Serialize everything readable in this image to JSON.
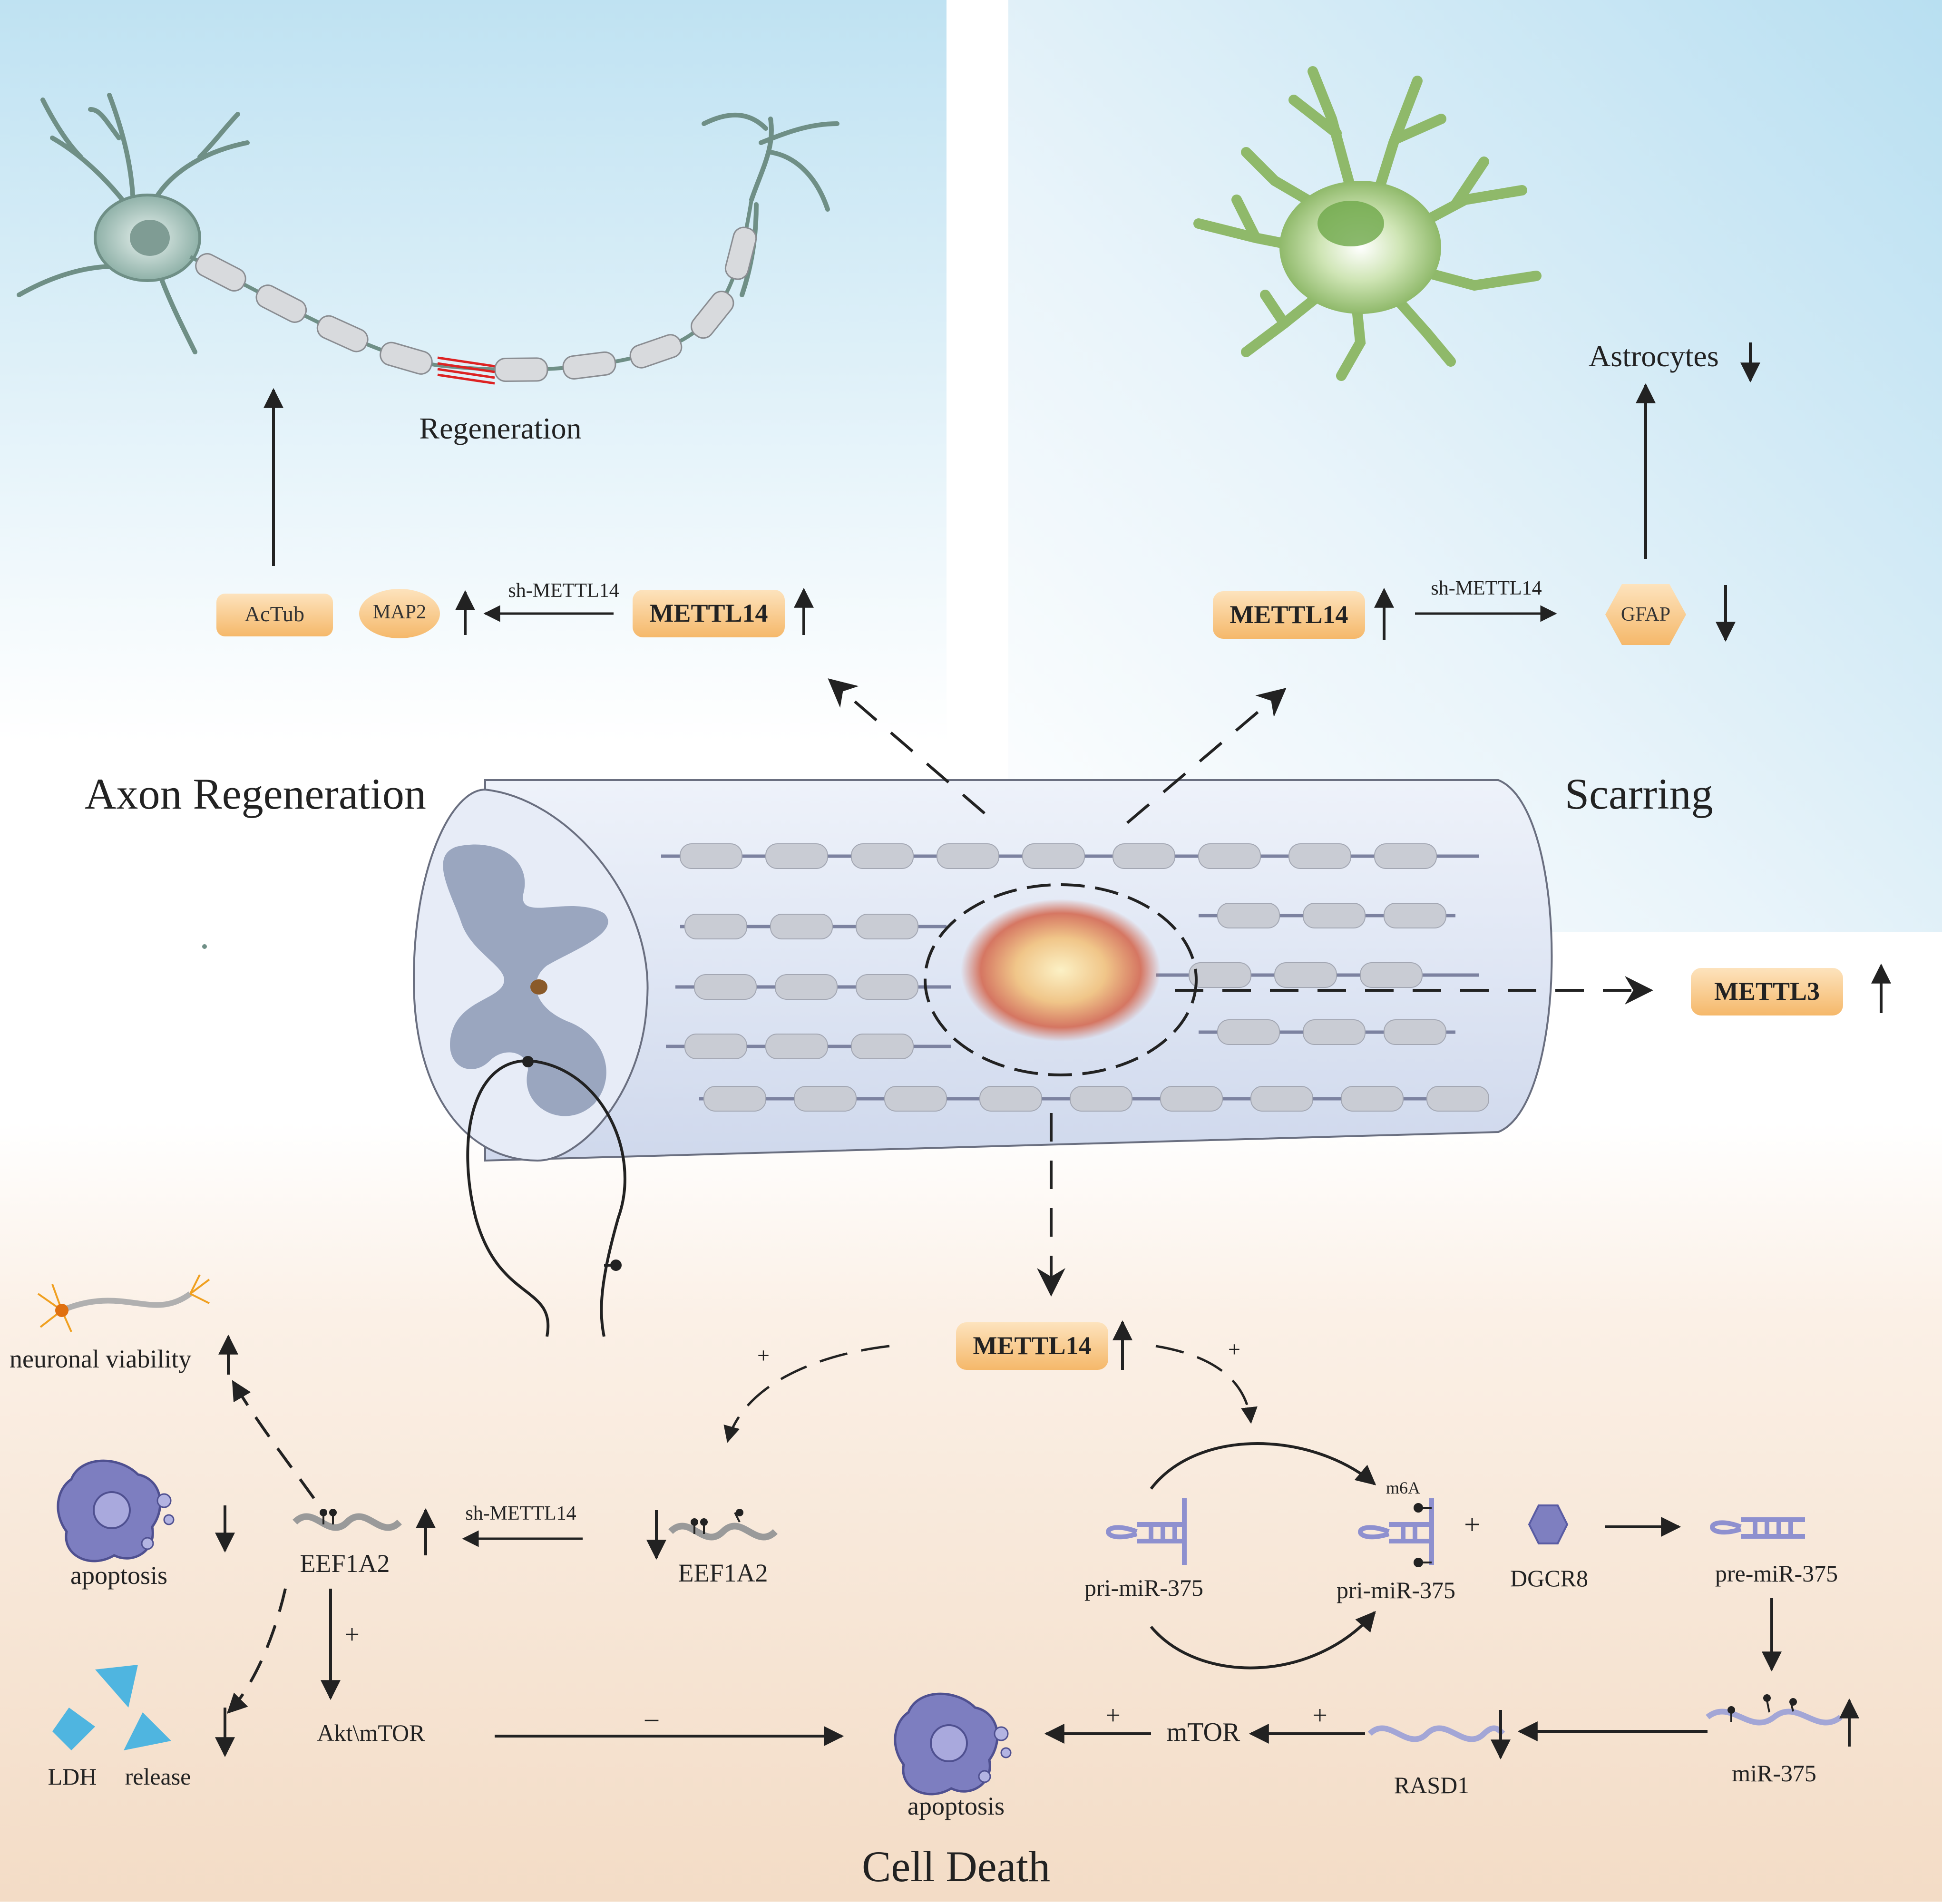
{
  "sections": {
    "axon_regeneration": "Axon Regeneration",
    "scarring": "Scarring",
    "cell_death": "Cell Death"
  },
  "axon_panel": {
    "regeneration_label": "Regeneration",
    "actub": "AcTub",
    "map2": "MAP2",
    "sh_mettl14": "sh-METTL14",
    "mettl14": "METTL14"
  },
  "scar_panel": {
    "mettl14": "METTL14",
    "sh_mettl14": "sh-METTL14",
    "gfap": "GFAP",
    "astrocytes": "Astrocytes"
  },
  "cord": {
    "mettl3": "METTL3"
  },
  "death_panel": {
    "mettl14": "METTL14",
    "plus": "+",
    "minus": "–",
    "neuronal_viability": "neuronal viability",
    "apoptosis": "apoptosis",
    "eef1a2": "EEF1A2",
    "sh_mettl14": "sh-METTL14",
    "ldh": "LDH",
    "release": "release",
    "akt_mtor": "Akt\\mTOR",
    "pri_mir375": "pri-miR-375",
    "m6a": "m6A",
    "dgcr8": "DGCR8",
    "pre_mir375": "pre-miR-375",
    "mir375": "miR-375",
    "rasd1": "RASD1",
    "mtor": "mTOR"
  },
  "colors": {
    "top_bg": "#bfe2f2",
    "bottom_bg": "#f3ddc9",
    "pill": "#f7c27a",
    "neuron": "#9fbfb6",
    "astrocyte": "#8fb96a",
    "cord": "#dfe5f3",
    "grey_matter": "#9aa6bf",
    "rna": "#a3a6d6",
    "dgcr8": "#7e7fc0"
  }
}
